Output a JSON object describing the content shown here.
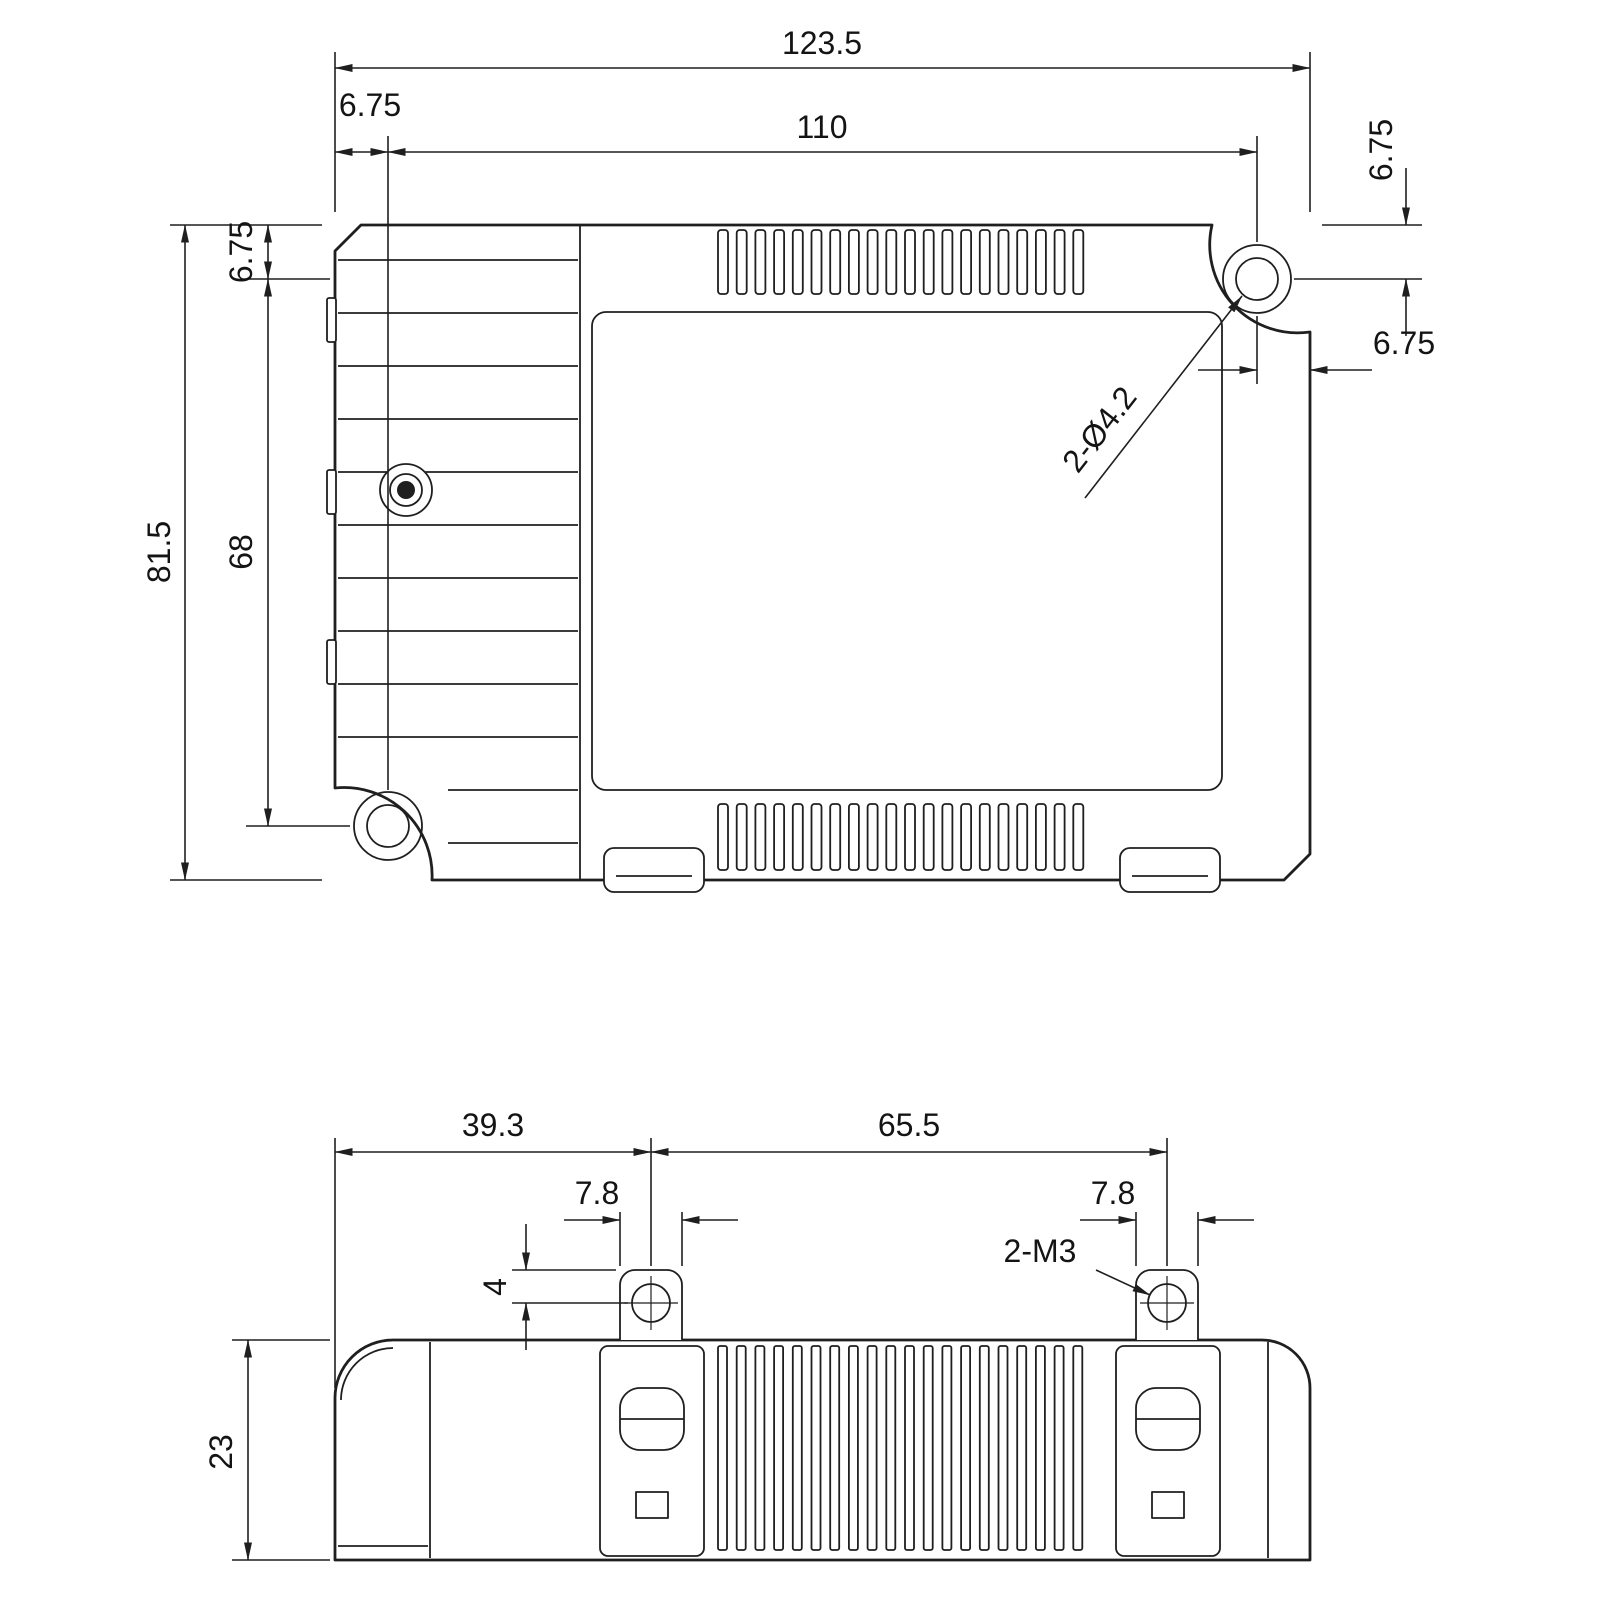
{
  "drawing": {
    "top_view": {
      "dim_overall_width": "123.5",
      "dim_inner_width": "110",
      "dim_offset_top_left": "6.75",
      "dim_offset_right_vertical": "6.75",
      "dim_offset_right_horizontal": "6.75",
      "dim_offset_left_vertical": "6.75",
      "dim_overall_height": "81.5",
      "dim_inner_height": "68",
      "dim_mounting_holes": "2-Ø4.2"
    },
    "side_view": {
      "dim_left_to_tab": "39.3",
      "dim_tab_spacing": "65.5",
      "dim_tab_width_left": "7.8",
      "dim_tab_width_right": "7.8",
      "dim_screw_holes": "2-M3",
      "dim_tab_offset": "4",
      "dim_overall_height": "23"
    }
  }
}
